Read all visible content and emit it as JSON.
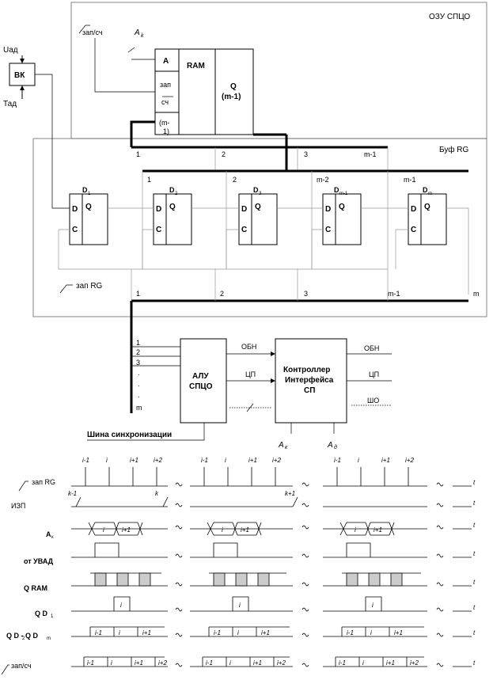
{
  "top": {
    "title": "ОЗУ СПЦО",
    "zap_sch": "зап/сч",
    "addr_in": "A",
    "addr_sub": "k",
    "ram_addr": "A",
    "ram_label": "RAM",
    "ram_zap": "зап",
    "ram_sch": "сч",
    "ram_m1": "(m-",
    "ram_m1b": "1)",
    "ram_q": "Q",
    "ram_qm": "(m-1)"
  },
  "vk": {
    "label": "ВК",
    "uad": "Uад",
    "tad": "Тад"
  },
  "buf": {
    "title": "Буф RG",
    "top_bus": [
      "1",
      "2",
      "3",
      "m-1"
    ],
    "inner_bus": [
      "1",
      "2",
      "m-2",
      "m-1"
    ],
    "d": "D",
    "c": "C",
    "q": "Q",
    "regs": [
      {
        "name": "D",
        "sub": "1"
      },
      {
        "name": "D",
        "sub": "2"
      },
      {
        "name": "D",
        "sub": "3"
      },
      {
        "name": "D",
        "sub": "m-1"
      },
      {
        "name": "D",
        "sub": "m"
      }
    ],
    "zap_rg": "зап RG",
    "bottom_bus": [
      "1",
      "2",
      "3",
      "m-1",
      "m"
    ]
  },
  "lower": {
    "bus_nums": [
      "1",
      "2",
      "3",
      ".",
      ".",
      ".",
      "m"
    ],
    "alu": [
      "АЛУ",
      "СПЦО"
    ],
    "ctrl": [
      "Контроллер",
      "Интерфейса",
      "СП"
    ],
    "obn": "ОБН",
    "cp": "ЦП",
    "obn_out": "ОБН",
    "cp_out": "ЦП",
    "sho": "ШО",
    "sync": "Шина синхронизации",
    "ak": "A",
    "ak_sub": "к",
    "ad": "A",
    "ad_sub": "д"
  },
  "timing": {
    "rows": [
      "зап RG",
      "ИЗП",
      "A",
      "от УВАД",
      "Q RAM",
      "Q D",
      "Q D - Q D",
      "зап/сч"
    ],
    "rows_sub": {
      "ak": "к",
      "qd1": "1",
      "qd2": "2",
      "qdm": "m"
    },
    "t": "t",
    "i_labels": [
      "i-1",
      "i",
      "i+1",
      "i+2"
    ],
    "k_labels": [
      "k-1",
      "k",
      "k+1"
    ],
    "cell_i": "i",
    "cell_i1": "i+1",
    "cell_im1": "i-1",
    "cell_i2": "i+2"
  }
}
